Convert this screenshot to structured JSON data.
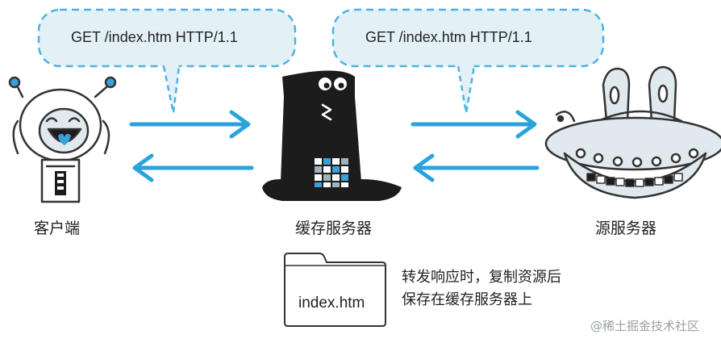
{
  "bubbles": [
    {
      "text": "GET /index.htm HTTP/1.1"
    },
    {
      "text": "GET /index.htm HTTP/1.1"
    }
  ],
  "nodes": {
    "client": "客户端",
    "cache_server": "缓存服务器",
    "origin_server": "源服务器"
  },
  "file": {
    "name": "index.htm"
  },
  "note": {
    "line1": "转发响应时，复制资源后",
    "line2": "保存在缓存服务器上"
  },
  "watermark": {
    "text": "@稀土掘金技术社区"
  },
  "colors": {
    "arrow": "#2aa3dc",
    "bubble_fill": "#e3f1f7",
    "bubble_stroke": "#4ab3e0",
    "hat": "#1c1c1c",
    "outline": "#333333"
  }
}
